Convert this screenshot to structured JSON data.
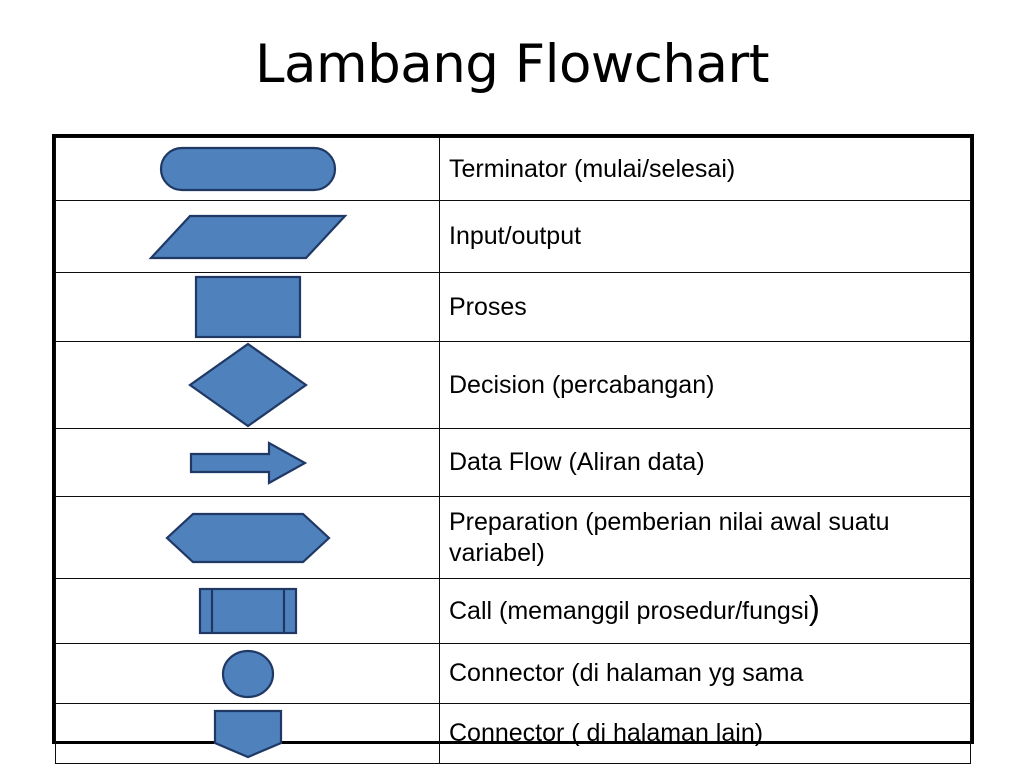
{
  "slide": {
    "title": "Lambang Flowchart",
    "background_color": "#FFFFFF",
    "shape_fill_color": "#4F81BD",
    "shape_stroke_color": "#1F3864",
    "table_border_color": "#000000"
  },
  "table": {
    "rows": [
      {
        "shape": "rounded-rectangle-terminator-shape",
        "label": "Terminator (mulai/selesai)",
        "label_tail": ""
      },
      {
        "shape": "parallelogram-input-output-shape",
        "label": "Input/output",
        "label_tail": ""
      },
      {
        "shape": "rectangle-process-shape",
        "label": "Proses",
        "label_tail": ""
      },
      {
        "shape": "diamond-decision-shape",
        "label": "Decision (percabangan)",
        "label_tail": ""
      },
      {
        "shape": "right-arrow-data-flow-shape",
        "label": "Data Flow (Aliran data)",
        "label_tail": ""
      },
      {
        "shape": "hexagon-preparation-shape",
        "label": "Preparation (pemberian nilai awal suatu variabel)",
        "label_tail": ""
      },
      {
        "shape": "predefined-process-call-shape",
        "label": "Call (memanggil prosedur/fungsi",
        "label_tail": ")"
      },
      {
        "shape": "circle-connector-shape",
        "label": "Connector (di halaman yg sama",
        "label_tail": ""
      },
      {
        "shape": "off-page-connector-shape",
        "label": "Connector ( di halaman lain)",
        "label_tail": ""
      }
    ]
  }
}
